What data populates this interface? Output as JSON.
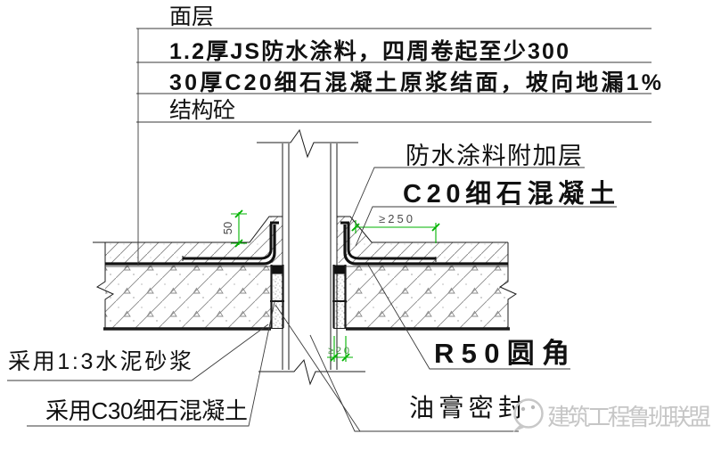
{
  "layer_callouts": {
    "l1": "面层",
    "l2": "1.2厚JS防水涂料，四周卷起至少300",
    "l3": "30厚C20细石混凝土原浆结面，坡向地漏1%",
    "l4": "结构砼"
  },
  "side_callouts": {
    "additional_layer": "防水涂料附加层",
    "c20": "C20细石混凝土",
    "r50": "R50圆角",
    "sealant": "油膏密封",
    "mortar": "采用1:3水泥砂浆",
    "c30": "采用C30细石混凝土"
  },
  "dimensions": {
    "upturn": "50",
    "extend": "≥250",
    "groove": "≥20"
  },
  "watermark": "建筑工程鲁班联盟",
  "colors": {
    "line": "#1b1b1b",
    "hatch": "#8a8a8a",
    "dimension_green": "#00b300",
    "watermark_gray": "#c6c6c6"
  }
}
